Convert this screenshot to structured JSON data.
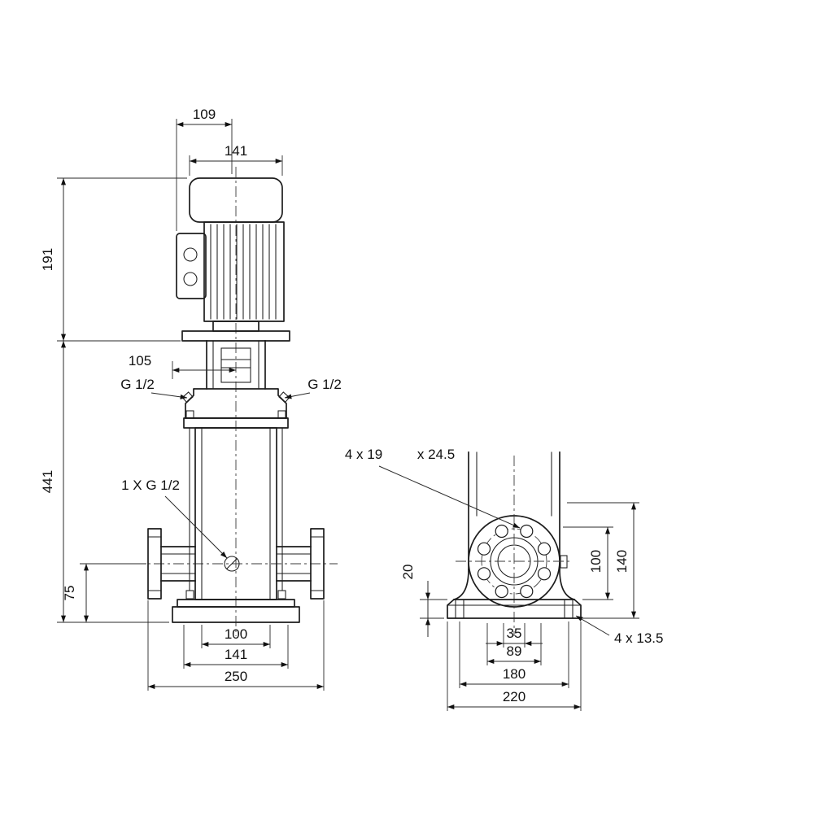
{
  "front_view": {
    "dim_109": "109",
    "dim_141_top": "141",
    "dim_191": "191",
    "dim_441": "441",
    "dim_105": "105",
    "port_left_label": "G 1/2",
    "port_right_label": "G 1/2",
    "drain_label": "1 X G 1/2",
    "dim_75": "75",
    "dim_100_bottom": "100",
    "dim_141_bottom": "141",
    "dim_250": "250"
  },
  "side_view": {
    "flange_label_count": "4 x 19",
    "flange_label_depth": "x 24.5",
    "dim_20": "20",
    "dim_100": "100",
    "dim_140": "140",
    "dim_35": "35",
    "dim_89": "89",
    "dim_180": "180",
    "dim_220": "220",
    "base_holes_label": "4 x 13.5"
  }
}
